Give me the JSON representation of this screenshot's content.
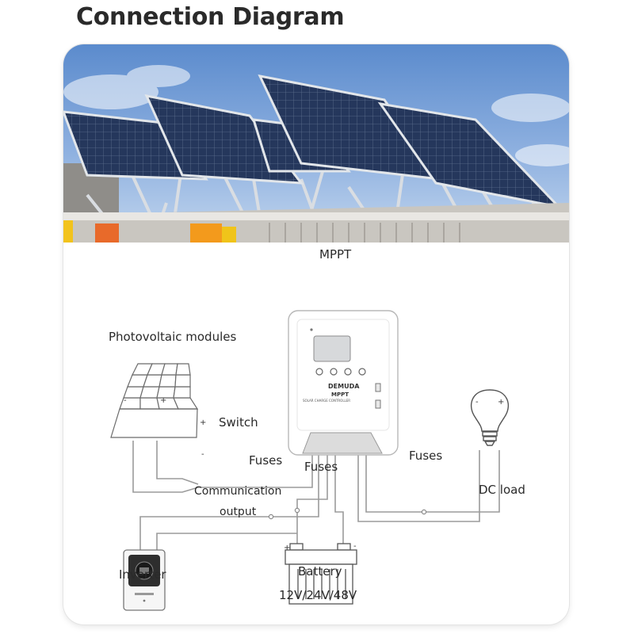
{
  "title": "Connection Diagram",
  "labels": {
    "mppt": "MPPT",
    "pv_modules": "Photovoltaic modules",
    "switch": "Switch",
    "fuses_a": "Fuses",
    "fuses_b": "Fuses",
    "fuses_c": "Fuses",
    "communication": "Communication",
    "output": "output",
    "dc_load": "DC load",
    "inverter": "Inverter",
    "battery": "Battery",
    "battery_voltage": "12V/24V/48V"
  },
  "controller": {
    "brand": "DEMUDA",
    "model": "MPPT",
    "subtitle": "SOLAR CHARGE CONTROLLER",
    "button_count": 4
  },
  "polarity": {
    "pv_neg": "-",
    "pv_pos": "+",
    "switch_pos": "+",
    "switch_neg": "-",
    "battery_pos": "+",
    "battery_neg": "-",
    "load_neg": "-",
    "load_pos": "+"
  },
  "colors": {
    "sky_top": "#5f8fd0",
    "sky_bottom": "#bcd3ee",
    "panel": "#2a3c63",
    "panel_frame": "#dfe4ea",
    "wire": "#9a9a9a",
    "line_art": "#555555"
  }
}
